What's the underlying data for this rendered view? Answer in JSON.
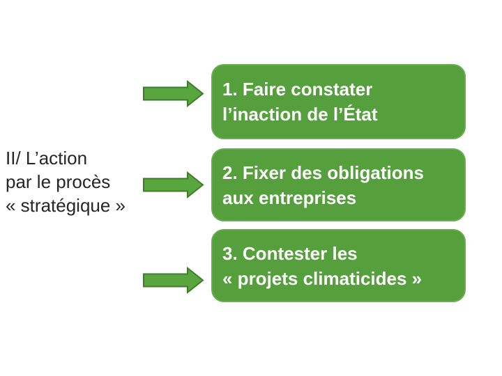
{
  "left_label": {
    "line1": "II/ L’action",
    "line2": "par le procès",
    "line3": "« stratégique »"
  },
  "boxes": [
    {
      "line1": "1. Faire constater",
      "line2": "l’inaction de l’État"
    },
    {
      "line1": "2. Fixer des obligations",
      "line2": "aux entreprises"
    },
    {
      "line1": "3. Contester les",
      "line2": "« projets climaticides »"
    }
  ],
  "icons": {
    "arrow": "right-arrow-icon"
  },
  "colors": {
    "slide-bg": "#ffffff",
    "left-text-color": "#262626",
    "box-fill": "#55a03c",
    "box-border": "#66ae4e",
    "box-text-color": "#ffffff",
    "arrow-fill": "#5aa63e",
    "arrow-border": "#3e7c2b"
  }
}
